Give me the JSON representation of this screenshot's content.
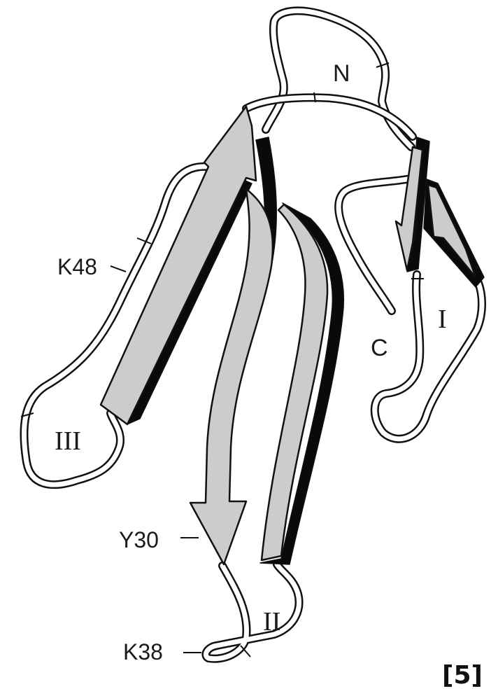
{
  "figure": {
    "residue_labels": {
      "k48": "K48",
      "y30": "Y30",
      "k38": "K38"
    },
    "terminus_labels": {
      "n": "N",
      "c": "C"
    },
    "loop_labels": {
      "loop1": "I",
      "loop2": "II",
      "loop3": "III"
    },
    "reference_tag": "[5]",
    "colors": {
      "strand_fill": "#cccccc",
      "strand_shadow": "#0a0a0a",
      "coil": "#ffffff",
      "outline": "#111111"
    }
  }
}
